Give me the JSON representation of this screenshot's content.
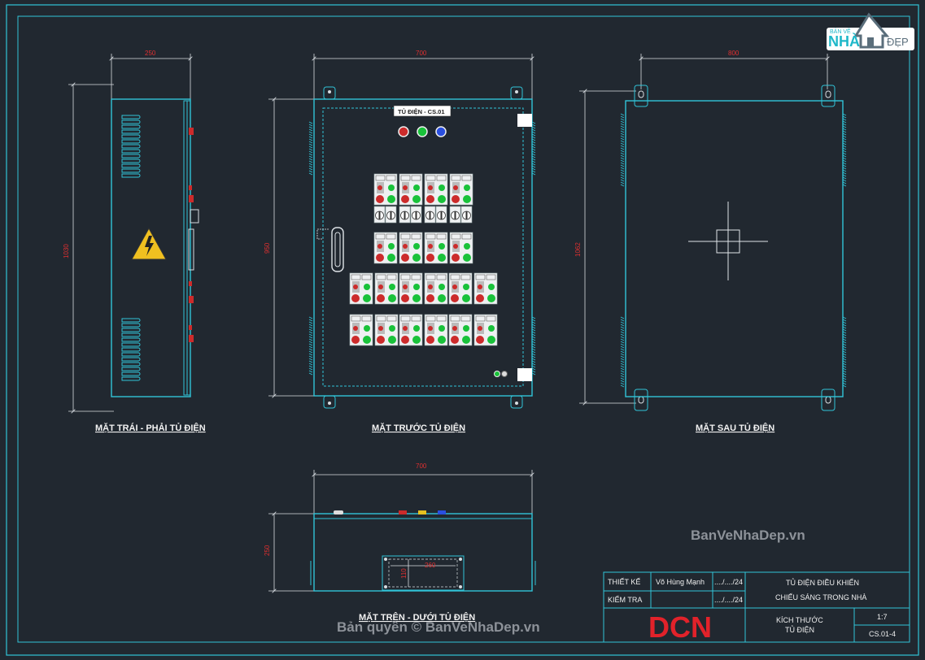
{
  "colors": {
    "background": "#212830",
    "outline": "#31c4d8",
    "dimension_text": "#e03030",
    "brand_red": "#e2222a",
    "button_green": "#19c23a",
    "button_red": "#cc2b2b",
    "button_blue": "#2a4fe0",
    "button_yellow": "#e6c020"
  },
  "logo": {
    "top": "BẢN VẼ",
    "main": "NHÀ",
    "side": "ĐẸP"
  },
  "views": {
    "side": {
      "title": "MẶT TRÁI - PHẢI TỦ ĐIỆN",
      "width_dim": "250",
      "height_dim": "1030",
      "icon": "high-voltage-warning-icon"
    },
    "front": {
      "title": "MẶT TRƯỚC TỦ ĐIỆN",
      "width_dim": "700",
      "height_dim": "950",
      "nameplate": "TỦ ĐIỆN - CS.01"
    },
    "back": {
      "title": "MẶT SAU TỦ ĐIỆN",
      "width_dim": "800",
      "height_dim": "1062"
    },
    "top": {
      "title": "MẶT TRÊN - DƯỚI TỦ ĐIỆN",
      "width_dim": "700",
      "height_dim": "250",
      "gland_w": "260",
      "gland_h": "110"
    }
  },
  "watermarks": {
    "site": "BanVeNhaDep.vn",
    "copyright": "Bản quyền © BanVeNhaDep.vn"
  },
  "title_block": {
    "designer_label": "THIẾT KẾ",
    "designer_name": "Võ Hùng Mạnh",
    "designer_date": "..../..../24",
    "checker_label": "KIỂM TRA",
    "checker_date": "..../..../24",
    "project_line1": "TỦ ĐIỆN ĐIỀU KHIỂN",
    "project_line2": "CHIẾU SÁNG TRONG NHÀ",
    "company_logo": "DCN",
    "drawing_line1": "KÍCH THƯỚC",
    "drawing_line2": "TỦ ĐIỆN",
    "scale": "1:7",
    "sheet_no": "CS.01-4"
  }
}
